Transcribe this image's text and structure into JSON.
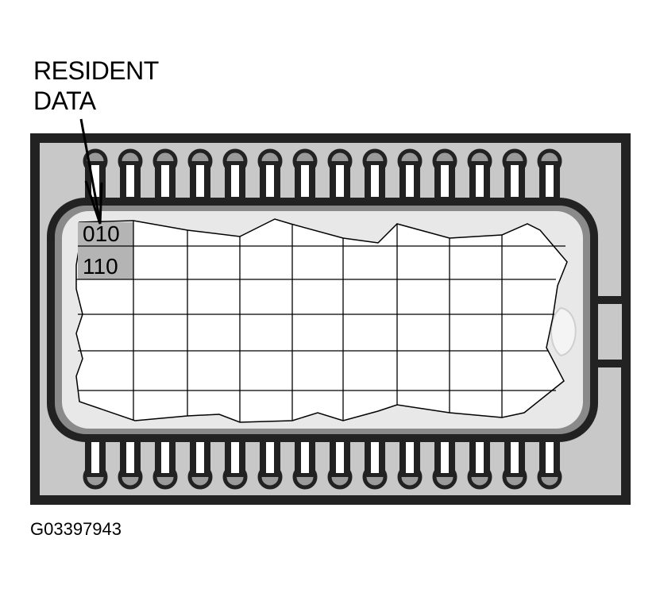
{
  "callout": {
    "line1": "RESIDENT",
    "line2": "DATA"
  },
  "cells": {
    "row1": "010",
    "row2": "110"
  },
  "figure_id": "G03397943",
  "colors": {
    "body": "#c8c8c8",
    "outline": "#2a2a2a",
    "chip_field": "#e6e6e6",
    "highlight": "#b4b4b4",
    "grid": "#000000"
  }
}
